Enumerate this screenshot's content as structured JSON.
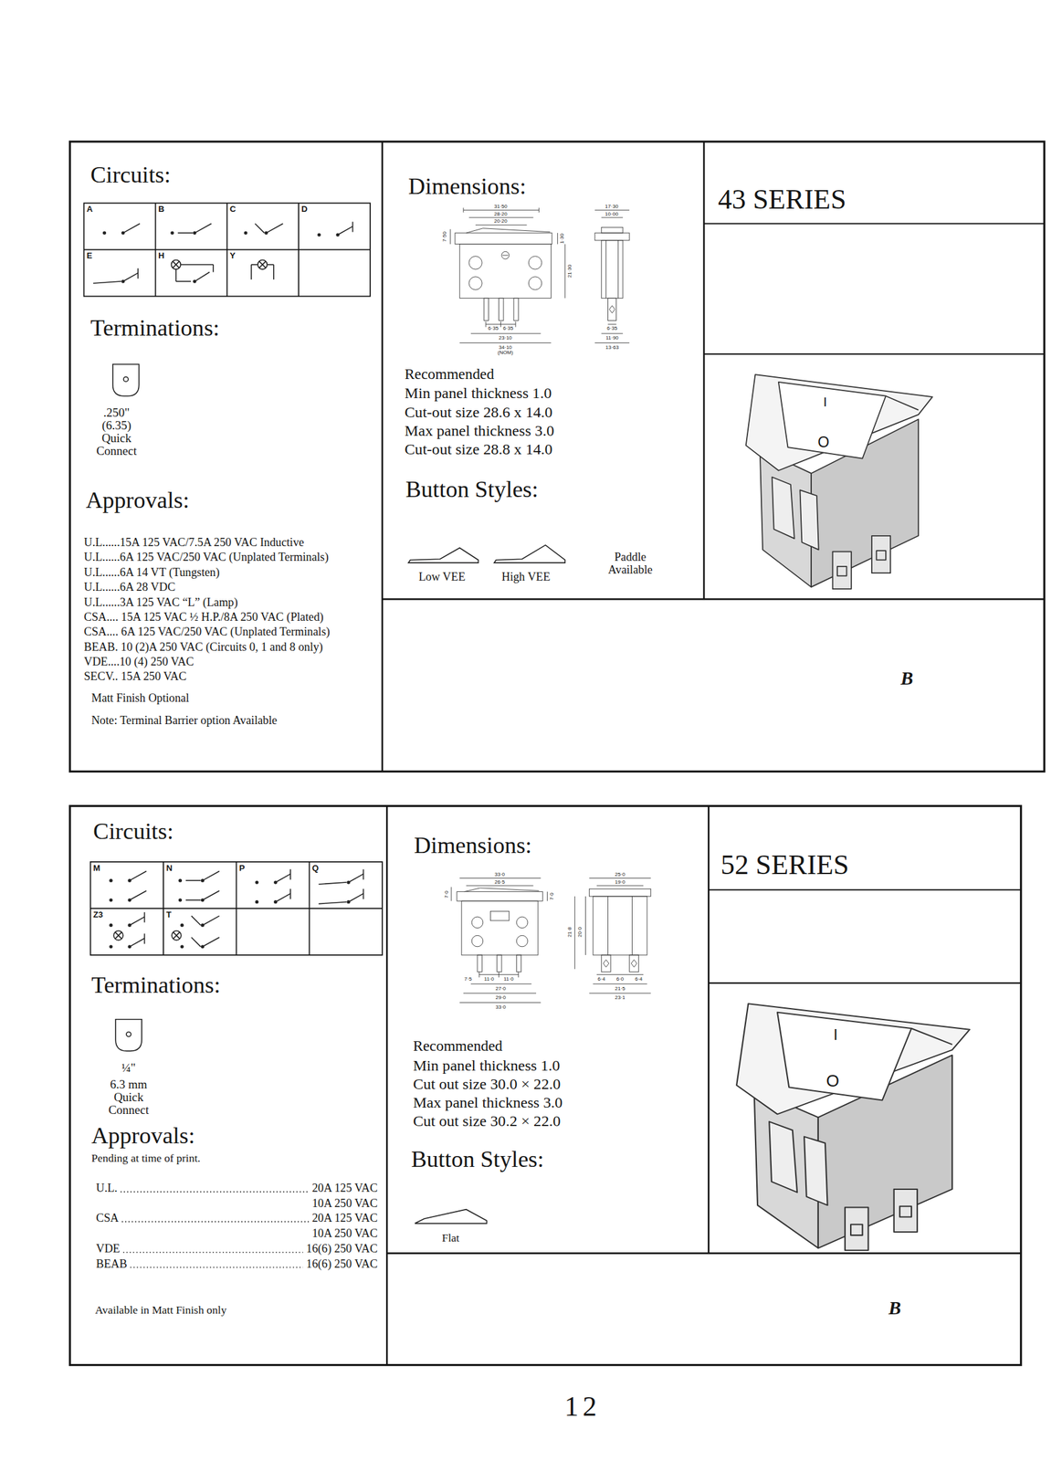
{
  "diagram": {
    "nodes": [
      {
        "text": [
          "Circuits:",
          "Terminations:",
          ".250\" (6.35) Quick Connect",
          "Approvals:",
          "U.L......15A 125 VAC/7.5A 250 VAC Inductive",
          "U.L......6A 125 VAC/250 VAC (Unplated Terminals)",
          "U.L......6A 14 VT (Tungsten)",
          "U.L......6A 28 VDC",
          "U.L......3A 125 VAC “L” (Lamp)",
          "CSA.... 15A 125 VAC ½ H.P./8A 250 VAC (Plated)",
          "CSA.... 6A 125 VAC/250 VAC (Unplated Terminals)",
          "BEAB. 10 (2)A 250 VAC (Circuits 0, 1 and 8 only)",
          "VDE....10 (4) 250 VAC",
          "SECV.. 15A 250 VAC",
          "Matt Finish Optional",
          "Note: Terminal Barrier option Available"
        ]
      },
      {
        "text": [
          "A"
        ],
        "in": 0
      },
      {
        "text": [
          "B"
        ],
        "in": 0
      },
      {
        "text": [
          "C"
        ],
        "in": 0
      },
      {
        "text": [
          "D"
        ],
        "in": 0
      },
      {
        "text": [
          "E"
        ],
        "in": 0
      },
      {
        "text": [
          "H"
        ],
        "in": 0
      },
      {
        "text": [
          "Y"
        ],
        "in": 0
      },
      {
        "text": [
          "Dimensions:",
          "Recommended",
          "Min panel thickness 1.0",
          "Cut-out size 28.6 x 14.0",
          "Max panel thickness 3.0",
          "Cut-out size 28.8 x 14.0",
          "Button Styles:",
          "Low VEE",
          "High VEE",
          "Paddle Available"
        ]
      },
      {
        "text": [
          "43 SERIES"
        ]
      },
      {
        "text": [
          "Circuits:",
          "Terminations:",
          "¼\"",
          "6.3 mm Quick Connect",
          "Approvals:",
          "Pending at time of print.",
          "U.L.",
          "20A 125 VAC",
          "10A 250 VAC",
          "CSA",
          "20A 125 VAC",
          "10A 250 VAC",
          "VDE",
          "16(6) 250 VAC",
          "BEAB",
          "16(6) 250 VAC",
          "Available in Matt Finish only"
        ]
      },
      {
        "text": [
          "M"
        ],
        "in": 10
      },
      {
        "text": [
          "N"
        ],
        "in": 10
      },
      {
        "text": [
          "P"
        ],
        "in": 10
      },
      {
        "text": [
          "Q"
        ],
        "in": 10
      },
      {
        "text": [
          "Z3"
        ],
        "in": 10
      },
      {
        "text": [
          "T"
        ],
        "in": 10
      },
      {
        "text": [
          "Dimensions:",
          "Recommended",
          "Min panel thickness 1.0",
          "Cut out size 30.0 × 22.0",
          "Max panel thickness 3.0",
          "Cut out size 30.2 × 22.0",
          "Button Styles:",
          "Flat"
        ]
      },
      {
        "text": [
          "52 SERIES"
        ]
      }
    ],
    "labels": [
      "I",
      "O",
      "B",
      "31·50",
      "28·20",
      "20·20",
      "7·50",
      "1·30",
      "21·30",
      "6·35",
      "6·35",
      "23·10",
      "34·10",
      "(NOM)",
      "17·30",
      "10·00",
      "6·35",
      "11·90",
      "13·63",
      "I",
      "O",
      "B",
      "33·0",
      "26·5",
      "7·0",
      "7·0",
      "11·0",
      "11·0",
      "7·5",
      "27·0",
      "29·0",
      "33·0",
      "25·0",
      "19·0",
      "21·8",
      "20·0",
      "6·4",
      "6·0",
      "6·4",
      "21·5",
      "23·1",
      "12"
    ]
  }
}
